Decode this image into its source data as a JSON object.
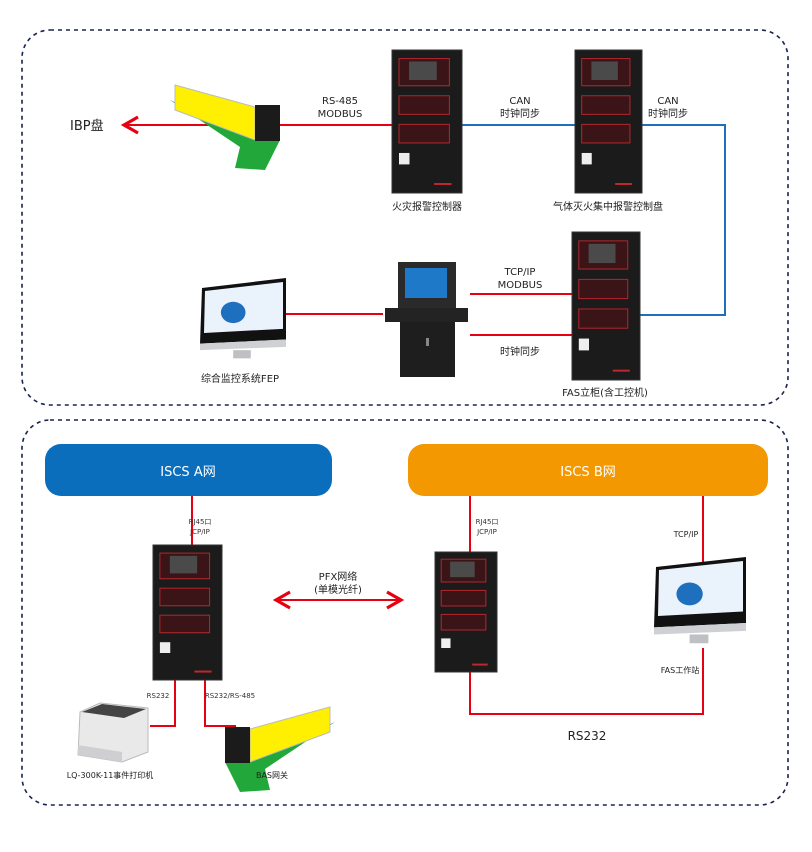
{
  "colors": {
    "frame": "#1a2350",
    "red": "#e60012",
    "blue": "#1f6fbf",
    "iscs_a": "#0a6ebd",
    "iscs_b": "#f39800",
    "cabinet": "#1b1b1b"
  },
  "top": {
    "ibp_label": "IBP盘",
    "rs485": "RS-485",
    "modbus": "MODBUS",
    "can1": "CAN",
    "clock1": "时钟同步",
    "can2": "CAN",
    "clock2": "时钟同步",
    "fire_controller": "火灾报警控制器",
    "gas_panel": "气体灭火集中报警控制盘",
    "tcpip": "TCP/IP",
    "modbus2": "MODBUS",
    "clock3": "时钟同步",
    "fep": "综合监控系统FEP",
    "fas_cabinet": "FAS立柜(含工控机)"
  },
  "bottom": {
    "iscs_a": "ISCS A网",
    "iscs_b": "ISCS B网",
    "rj45_a": "RJ45口",
    "jcp_a": "JCP/IP",
    "rj45_b": "RJ45口",
    "jcp_b": "JCP/IP",
    "tcpip": "TCP/IP",
    "pfx": "PFX网络",
    "pfx_sub": "(单模光纤)",
    "fas_ws": "FAS工作站",
    "rs232_main": "RS232",
    "rs232_printer": "RS232",
    "rs232_485": "RS232/RS-485",
    "printer": "LQ-300K-11事件打印机",
    "bas": "BAS网关"
  }
}
